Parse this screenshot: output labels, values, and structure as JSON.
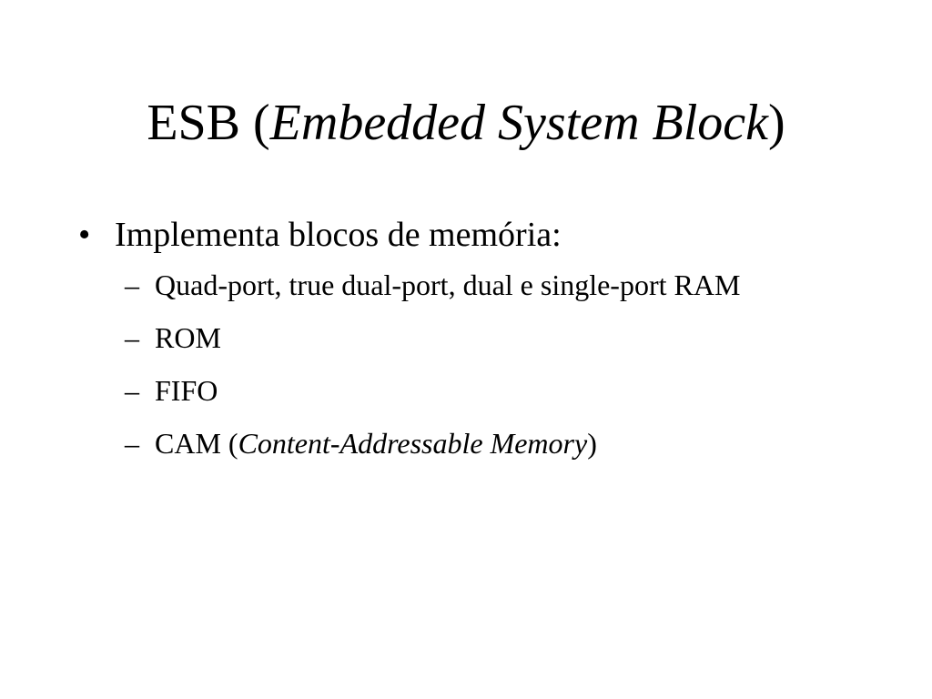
{
  "slide": {
    "title": {
      "prefix": "ESB (",
      "emphasis": "Embedded System Block",
      "suffix": ")"
    },
    "bullet": {
      "marker": "•",
      "text": "Implementa blocos de memória:"
    },
    "sub_marker": "–",
    "sub_items": [
      {
        "text": "Quad-port, true dual-port, dual e single-port RAM"
      },
      {
        "text": "ROM"
      },
      {
        "text": "FIFO"
      },
      {
        "prefix": "CAM (",
        "emphasis": "Content-Addressable Memory",
        "suffix": ")"
      }
    ]
  }
}
